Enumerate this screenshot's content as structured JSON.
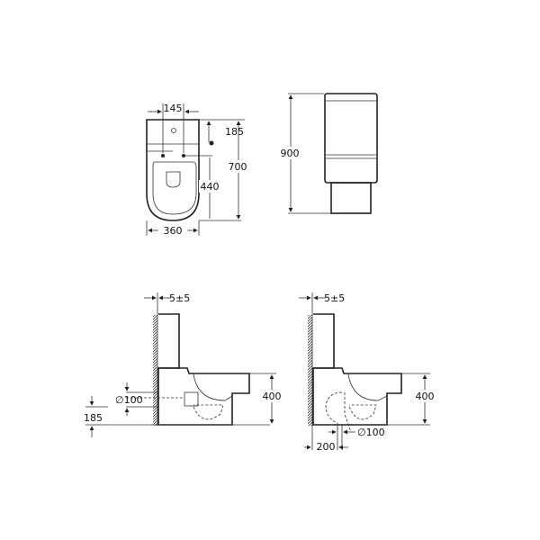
{
  "top_view": {
    "dim_width": "360",
    "dim_holes": "145",
    "dim_tank_to_hole": "185",
    "dim_total_length": "700",
    "dim_seat_length": "440"
  },
  "front_view": {
    "dim_height": "900"
  },
  "side_view_wall_outlet": {
    "dim_wall_gap": "5±5",
    "dim_outlet_diameter": "∅100",
    "dim_outlet_height": "185",
    "dim_seat_height": "400"
  },
  "side_view_floor_outlet": {
    "dim_wall_gap": "5±5",
    "dim_outlet_diameter": "∅100",
    "dim_outlet_distance": "200",
    "dim_seat_height": "400"
  },
  "colors": {
    "line": "#222222",
    "background": "#ffffff"
  }
}
